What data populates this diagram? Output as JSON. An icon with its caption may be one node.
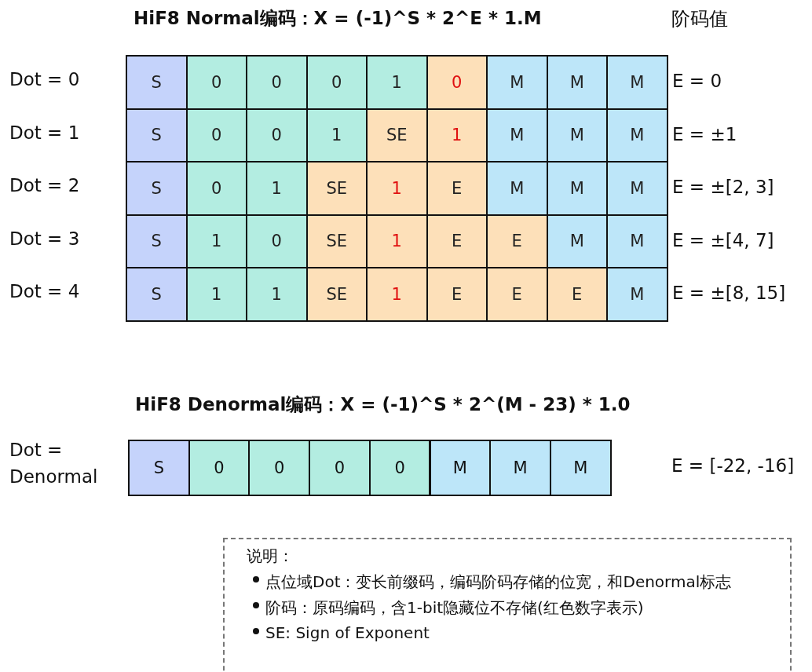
{
  "diagram": {
    "nodes": [
      {
        "text": [
          "说明：",
          "点位域Dot：变长前缀码，编码阶码存储的位宽，和Denormal标志",
          "阶码：原码编码，含1-bit隐藏位不存储(红色数字表示)",
          "SE: Sign of Exponent"
        ]
      }
    ],
    "labels": [
      "HiF8 Normal编码：X = (-1)^S * 2^E * 1.M",
      "阶码值",
      "Dot = 0",
      "S",
      "0",
      "0",
      "0",
      "1",
      "0",
      "M",
      "M",
      "M",
      "E = 0",
      "Dot = 1",
      "S",
      "0",
      "0",
      "1",
      "SE",
      "1",
      "M",
      "M",
      "M",
      "E = ±1",
      "Dot = 2",
      "S",
      "0",
      "1",
      "SE",
      "1",
      "E",
      "M",
      "M",
      "M",
      "E = ±[2, 3]",
      "Dot = 3",
      "S",
      "1",
      "0",
      "SE",
      "1",
      "E",
      "E",
      "M",
      "M",
      "E = ±[4, 7]",
      "Dot = 4",
      "S",
      "1",
      "1",
      "SE",
      "1",
      "E",
      "E",
      "E",
      "M",
      "E = ±[8, 15]",
      "HiF8 Denormal编码：X = (-1)^S * 2^(M - 23) * 1.0",
      "Dot = Denormal",
      "S",
      "0",
      "0",
      "0",
      "0",
      "M",
      "M",
      "M",
      "E = [-22, -16]"
    ]
  }
}
